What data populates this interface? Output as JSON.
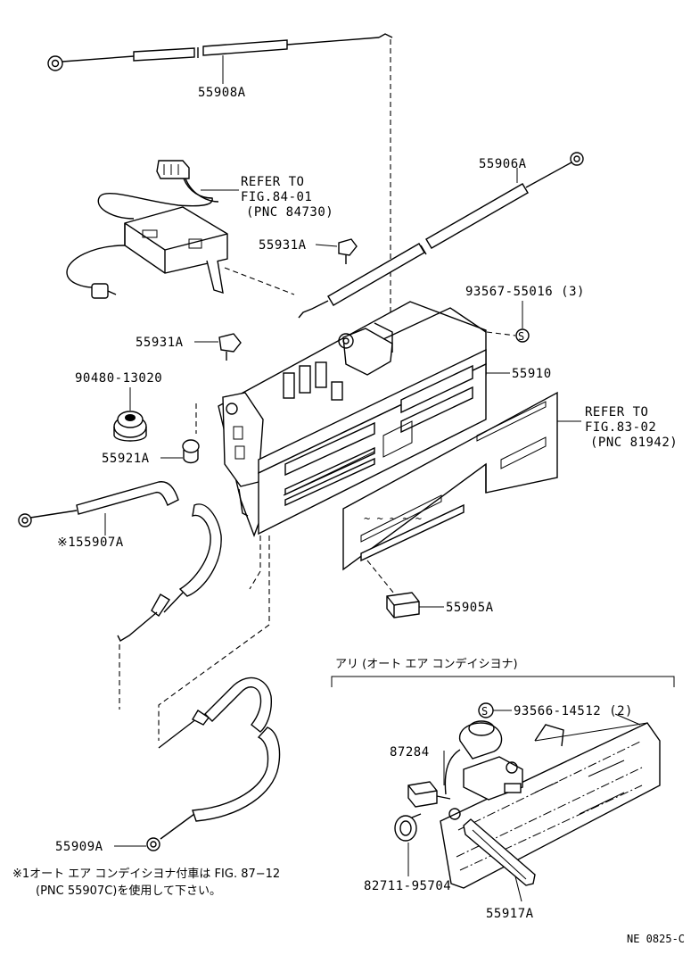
{
  "diagram": {
    "parts": {
      "p55908A": "55908A",
      "p55906A": "55906A",
      "p55931A_top": "55931A",
      "p93567": "93567-55016 (3)",
      "p55931A_mid": "55931A",
      "p55910": "55910",
      "p90480": "90480-13020",
      "p55921A": "55921A",
      "p155907A": "※155907A",
      "p55905A": "55905A",
      "p55909A": "55909A",
      "p93566": "93566-14512 (2)",
      "p87284": "87284",
      "p82711": "82711-95704",
      "p55917A": "55917A"
    },
    "refer_upper": {
      "line1": "REFER TO",
      "line2": "FIG.84-01",
      "line3": "(PNC 84730)"
    },
    "refer_right": {
      "line1": "REFER TO",
      "line2": "FIG.83-02",
      "line3": "(PNC 81942)"
    },
    "auto_ac_heading": "アリ (オート エア コンデイシヨナ)",
    "s_mark": "S",
    "note": {
      "line1": "※1オート エア コンデイシヨナ付車は FIG. 87−12",
      "line2": "(PNC 55907C)を使用して下さい。"
    },
    "figure_code": "NE 0825-C"
  }
}
